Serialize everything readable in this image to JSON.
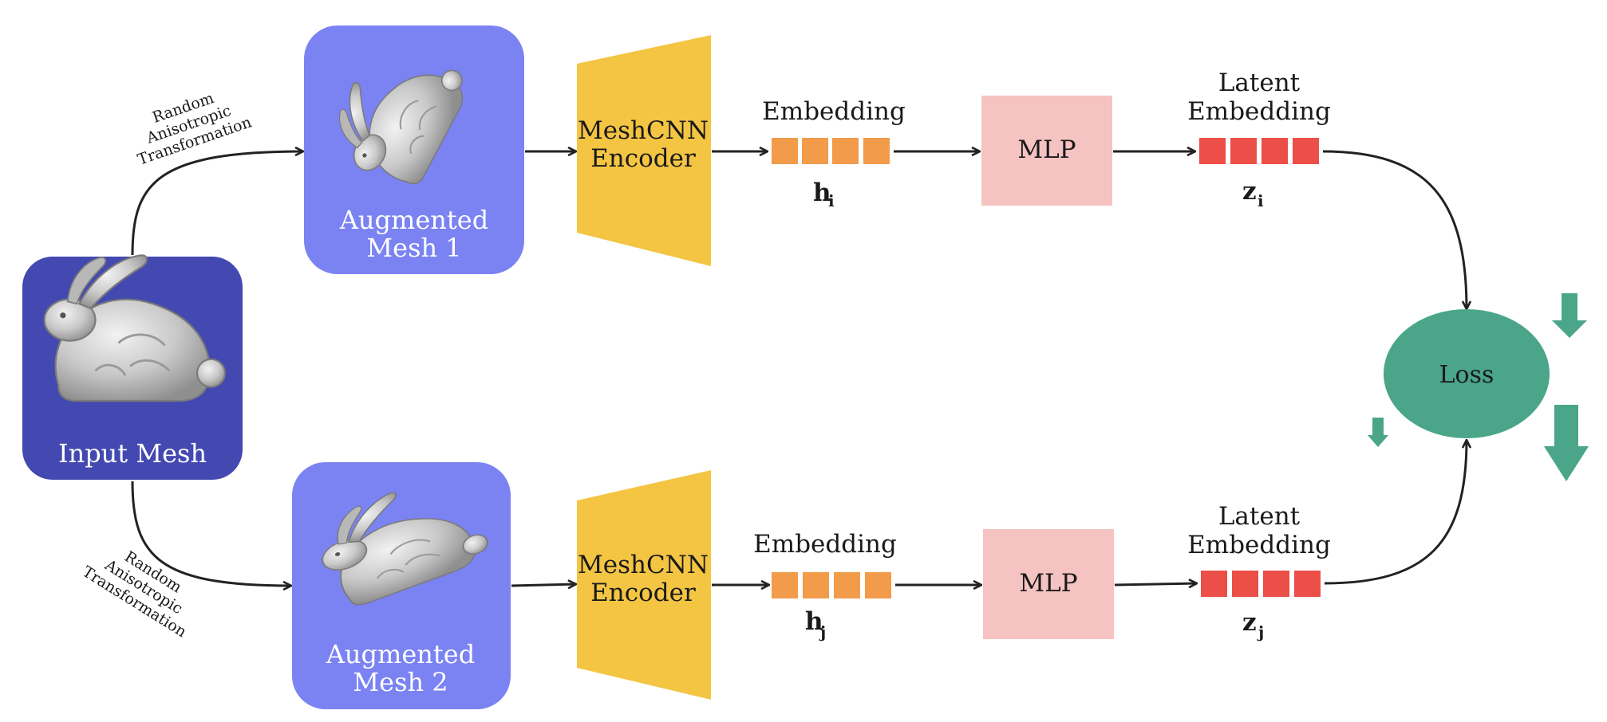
{
  "input": {
    "label": "Input Mesh"
  },
  "transforms": {
    "top": [
      "Random",
      "Anisotropic",
      "Transformation"
    ],
    "bottom": [
      "Random",
      "Anisotropic",
      "Transformation"
    ]
  },
  "branches": [
    {
      "augmented": [
        "Augmented",
        "Mesh 1"
      ],
      "encoder": [
        "MeshCNN",
        "Encoder"
      ],
      "embedding_title": "Embedding",
      "embedding_symbol": "h",
      "embedding_subscript": "i",
      "mlp": "MLP",
      "latent_title": [
        "Latent",
        "Embedding"
      ],
      "latent_symbol": "z",
      "latent_subscript": "i"
    },
    {
      "augmented": [
        "Augmented",
        "Mesh 2"
      ],
      "encoder": [
        "MeshCNN",
        "Encoder"
      ],
      "embedding_title": "Embedding",
      "embedding_symbol": "h",
      "embedding_subscript": "j",
      "mlp": "MLP",
      "latent_title": [
        "Latent",
        "Embedding"
      ],
      "latent_symbol": "z",
      "latent_subscript": "j"
    }
  ],
  "loss": {
    "label": "Loss"
  },
  "colors": {
    "input_box": "#4349b0",
    "augmented_box": "#7b83f2",
    "encoder": "#f4c543",
    "embedding_cell": "#f29b4b",
    "mlp_box": "#f5c3c1",
    "latent_cell": "#ec4e48",
    "loss": "#4aa589",
    "loss_arrows": "#4aa589"
  },
  "icons": [
    "bunny-mesh-icon",
    "down-arrow-icon"
  ]
}
